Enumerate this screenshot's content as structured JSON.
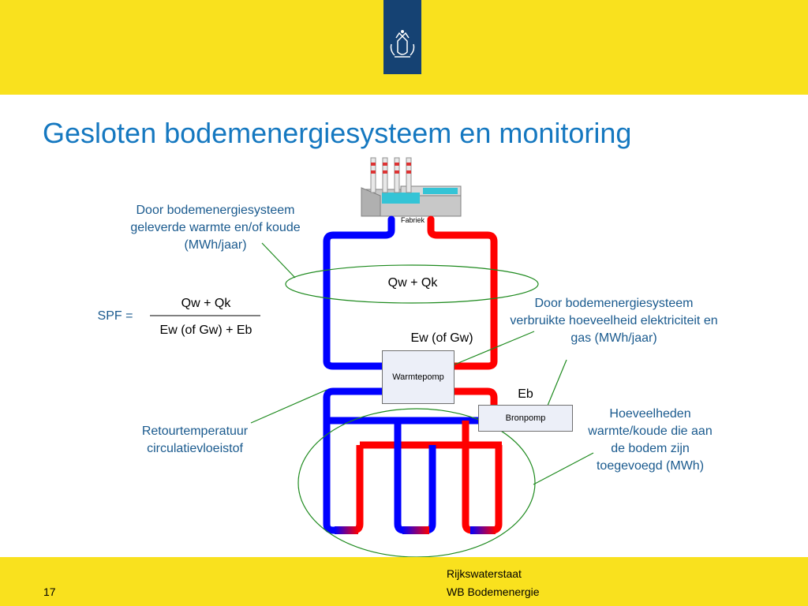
{
  "header": {
    "title": "Gesloten bodemenergiesysteem en monitoring",
    "logo_icon": "rijksoverheid-crest-icon"
  },
  "diagram": {
    "factory_label": "Fabriek",
    "heat_pump_label": "Warmtepomp",
    "source_pump_label": "Bronpomp",
    "delivered_energy_label": "Door bodemenergiesysteem geleverde warmte en/of koude (MWh/jaar)",
    "qw_qk": "Qw + Qk",
    "spf_label": "SPF =",
    "spf_numerator": "Qw + Qk",
    "spf_denominator": "Ew (of Gw) + Eb",
    "ew_label": "Ew (of Gw)",
    "eb_label": "Eb",
    "consumed_label": "Door bodemenergiesysteem verbruikte hoeveelheid elektriciteit en gas (MWh/jaar)",
    "return_temp_label": "Retourtemperatuur circulatievloeistof",
    "soil_quantities_label": "Hoeveelheden warmte/koude die aan de bodem zijn toegevoegd (MWh)",
    "colors": {
      "hot": "#ff0000",
      "cold": "#0000ff",
      "outline": "#1e8a1e",
      "text": "#1a5a8e"
    }
  },
  "footer": {
    "page_number": "17",
    "organization": "Rijkswaterstaat",
    "department": "WB Bodemenergie"
  }
}
